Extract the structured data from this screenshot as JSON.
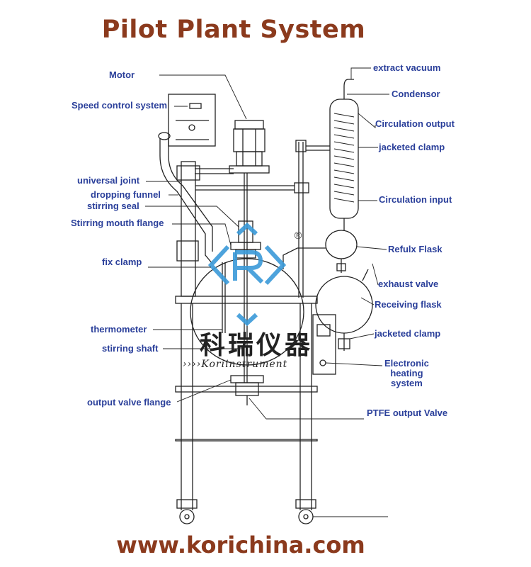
{
  "title": "Pilot Plant System",
  "url": "www.korichina.com",
  "watermark": {
    "chinese": "科瑞仪器",
    "brand": "››››Koriinstrument",
    "registered": "®"
  },
  "colors": {
    "title": "#8b3a1d",
    "labels": "#2a3f9a",
    "lines": "#222222",
    "logo_blue": "#3a9ad9"
  },
  "labels": {
    "motor": "Motor",
    "speed_control": "Speed control system",
    "universal_joint": "universal joint",
    "dropping_funnel": "dropping funnel",
    "stirring_seal": "stirring seal",
    "stirring_mouth_flange": "Stirring mouth flange",
    "fix_clamp": "fix clamp",
    "thermometer": "thermometer",
    "stirring_shaft": "stirring shaft",
    "output_valve_flange": "output valve flange",
    "extract_vacuum": "extract vacuum",
    "condensor": "Condensor",
    "circulation_output": "Circulation output",
    "jacketed_clamp_top": "jacketed clamp",
    "circulation_input": "Circulation input",
    "refulx_flask": "Refulx Flask",
    "exhaust_valve": "exhaust valve",
    "receiving_flask": "Receiving flask",
    "jacketed_clamp_bottom": "jacketed clamp",
    "electronic_heating": "Electronic\nheating\nsystem",
    "ptfe_valve": "PTFE output Valve"
  }
}
